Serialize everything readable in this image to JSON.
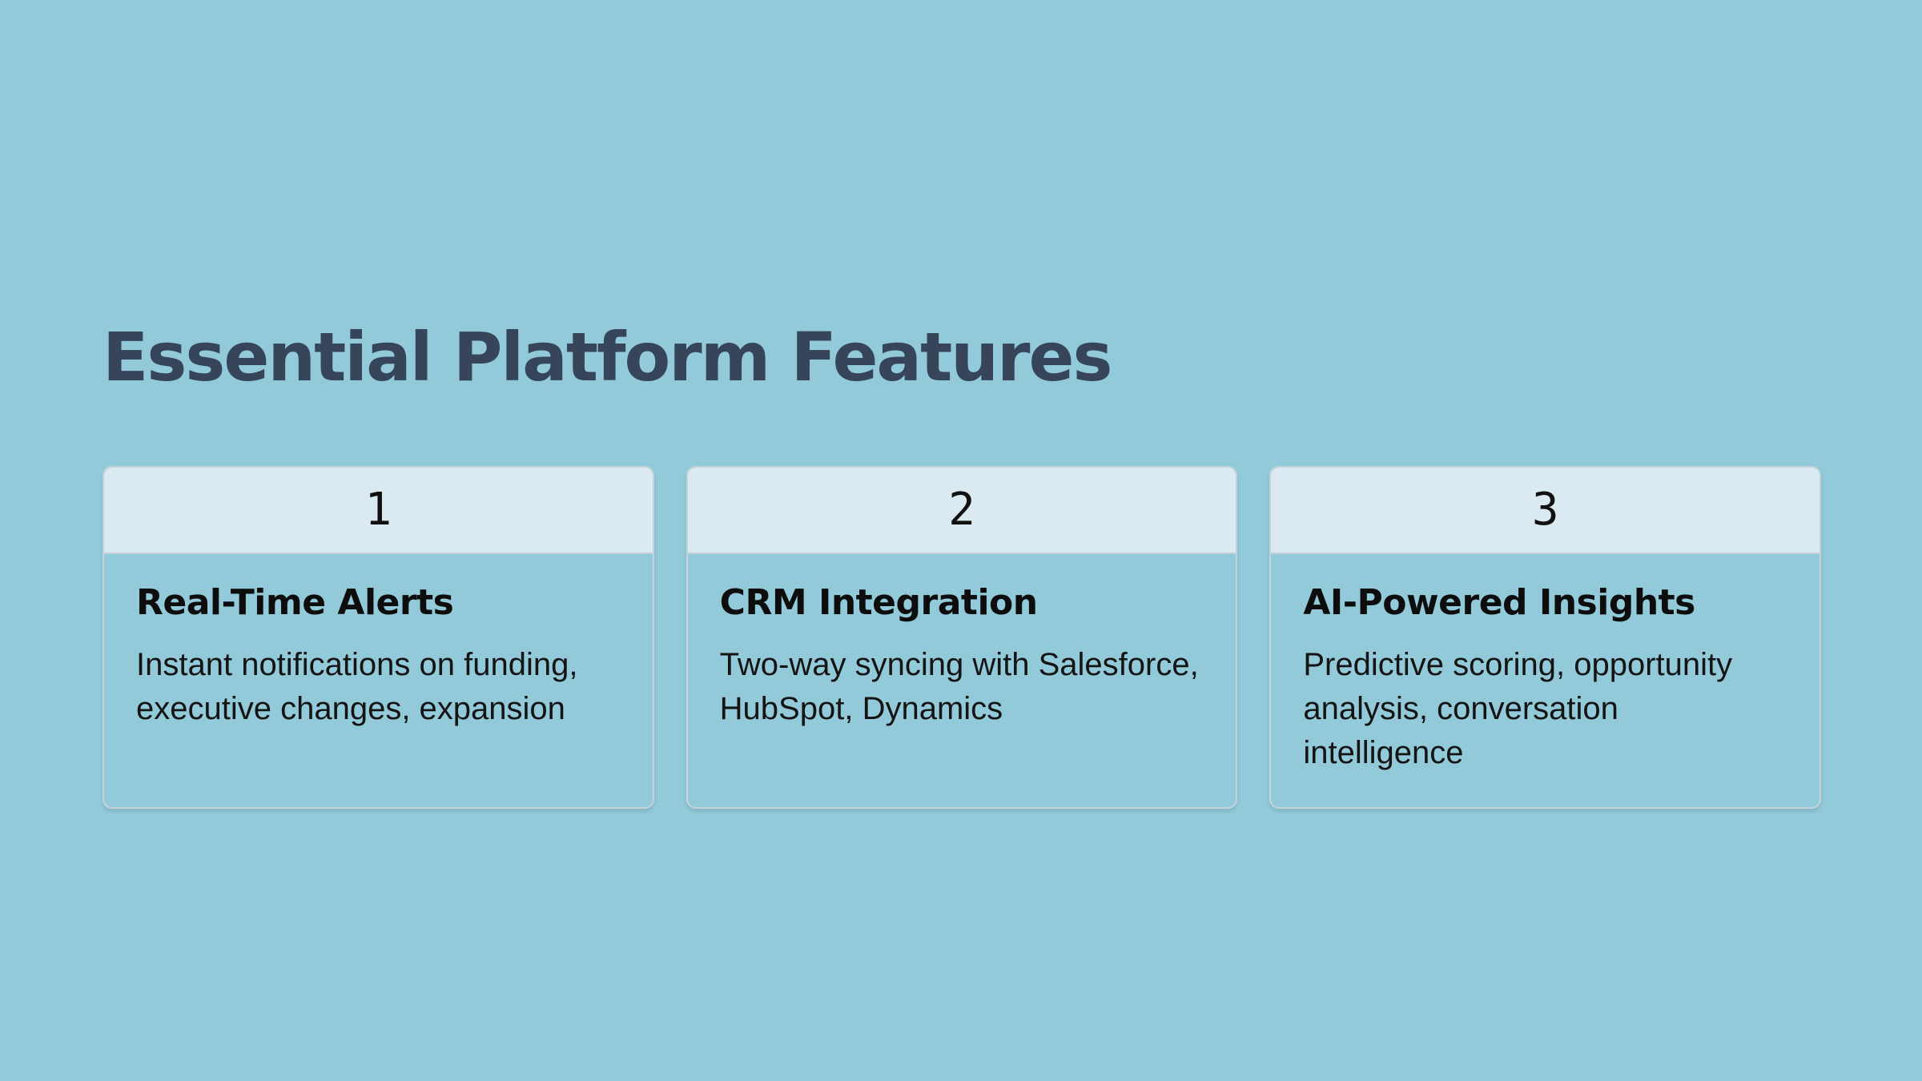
{
  "page": {
    "title": "Essential Platform Features",
    "background_color": "#92cad9",
    "title_color": "#36455a"
  },
  "card_style": {
    "header_background": "#dbeaf1",
    "border_color": "#c5d3da",
    "text_color": "#141414"
  },
  "cards": [
    {
      "number": "1",
      "title": "Real-Time Alerts",
      "description": "Instant notifications on funding, executive changes, expansion"
    },
    {
      "number": "2",
      "title": "CRM Integration",
      "description": "Two-way syncing with Salesforce, HubSpot, Dynamics"
    },
    {
      "number": "3",
      "title": "AI-Powered Insights",
      "description": "Predictive scoring, opportunity analysis, conversation intelligence"
    }
  ]
}
